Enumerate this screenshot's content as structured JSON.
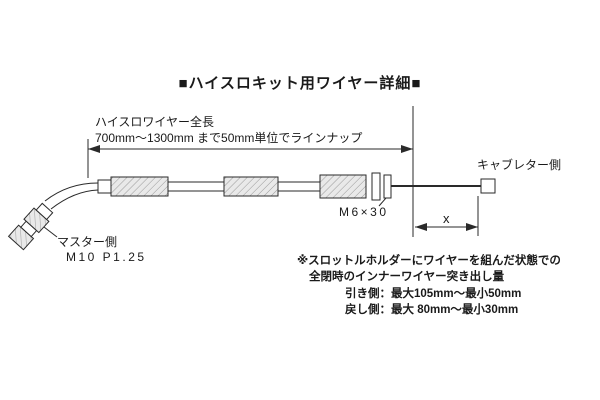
{
  "title": "■ハイスロキット用ワイヤー詳細■",
  "dimension_total": {
    "label_line1": "ハイスロワイヤー全長",
    "label_line2": "700mm〜1300mm まで50mm単位でラインナップ"
  },
  "labels": {
    "carburetor_side": "キャブレター側",
    "master_side": "マスター側",
    "master_thread": "M10 P1.25",
    "adjuster_spec": "M6×30",
    "x_dim": "x"
  },
  "notes": {
    "line1": "※スロットルホルダーにワイヤーを組んだ状態での",
    "line2": "全閉時のインナーワイヤー突き出し量",
    "line3": "引き側：最大105mm〜最小50mm",
    "line4": "戻し側：最大 80mm〜最小30mm"
  },
  "colors": {
    "line": "#2a2a2a",
    "hatch_fill": "#e9e9e9",
    "background": "#ffffff"
  }
}
